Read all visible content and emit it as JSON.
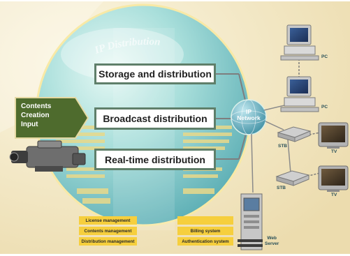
{
  "header": {
    "logo_text": "IP Distribution"
  },
  "input_callout": {
    "lines": [
      "Contents",
      "Creation",
      "Input"
    ]
  },
  "distribution_boxes": [
    {
      "label": "Storage and distribution"
    },
    {
      "label": "Broadcast distribution"
    },
    {
      "label": "Real-time distribution"
    }
  ],
  "management_left": [
    {
      "label": "License management"
    },
    {
      "label": "Contents management"
    },
    {
      "label": "Distribution management"
    }
  ],
  "management_right": [
    {
      "label": "Billing system"
    },
    {
      "label": "Authentication system"
    }
  ],
  "network": {
    "line1": "IP",
    "line2": "Network"
  },
  "devices": {
    "pc_top": "PC",
    "pc_bottom": "PC",
    "stb_top": "STB",
    "stb_bottom": "STB",
    "tv_top": "TV",
    "tv_bottom": "TV",
    "server": "Web\nServer"
  },
  "colors": {
    "background": "#f2e6bf",
    "sphere": "#8ecfcf",
    "box_border": "#5f7f6a",
    "callout": "#4e6b2d",
    "management": "#f6cf3d",
    "stripes": "#e9d98a"
  }
}
